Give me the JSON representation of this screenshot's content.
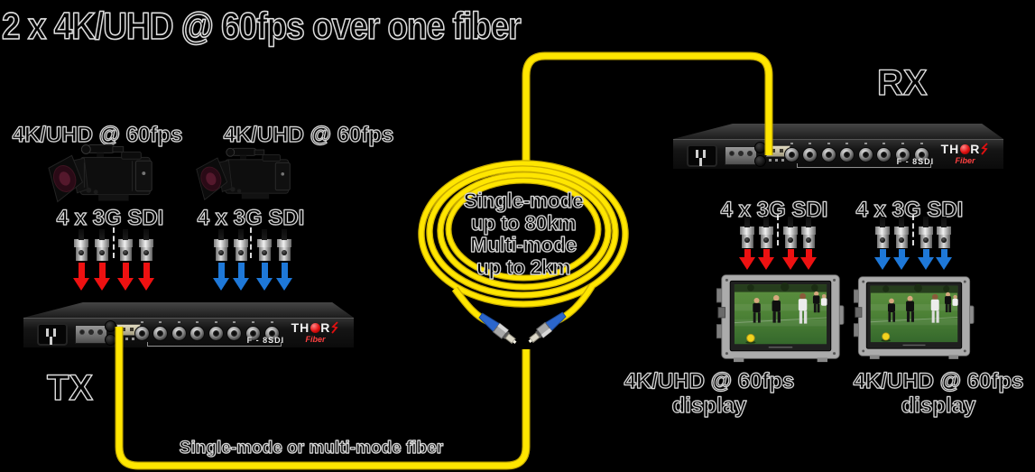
{
  "title": "2 x 4K/UHD @ 60fps over one fiber",
  "tx": {
    "label": "TX",
    "model": "F - 8SDI",
    "brand_prefix": "TH",
    "brand_suffix": "R",
    "brand_sub": "Fiber"
  },
  "rx": {
    "label": "RX",
    "model": "F - 8SDI",
    "brand_prefix": "TH",
    "brand_suffix": "R",
    "brand_sub": "Fiber"
  },
  "cameras": [
    {
      "label": "4K/UHD @ 60fps",
      "sdi_label": "4 x 3G SDI",
      "arrow_color": "#ee1111"
    },
    {
      "label": "4K/UHD @ 60fps",
      "sdi_label": "4 x 3G SDI",
      "arrow_color": "#1e78d8"
    }
  ],
  "displays": [
    {
      "sdi_label": "4 x 3G SDI",
      "label": "4K/UHD @ 60fps",
      "label2": "display",
      "arrow_color": "#ee1111"
    },
    {
      "sdi_label": "4 x 3G SDI",
      "label": "4K/UHD @ 60fps",
      "label2": "display",
      "arrow_color": "#1e78d8"
    }
  ],
  "fiber_coil": {
    "lines": [
      "Single-mode",
      "up to 80km",
      "Multi-mode",
      "up to 2km"
    ]
  },
  "bottom_label": "Single-mode or multi-mode fiber",
  "colors": {
    "background": "#000000",
    "fiber_yellow": "#ffe600",
    "fiber_yellow_dark": "#c9ad00",
    "red_arrow": "#ee1111",
    "blue_arrow": "#1e78d8",
    "thor_red": "#e01010",
    "connector_boot_blue": "#2b66cc"
  }
}
